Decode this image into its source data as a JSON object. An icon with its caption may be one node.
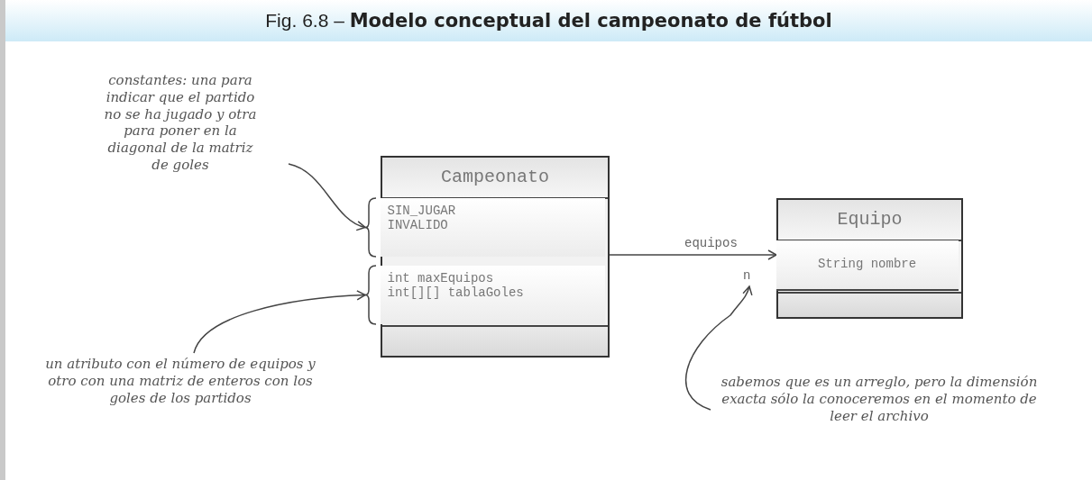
{
  "diagram": {
    "title": "Fig. 6.8 – **Modelo conceptual del campeonato de fútbol**",
    "nodes": [
      {
        "text": [
          "Campeonato"
        ]
      },
      {
        "text": [
          "SIN_JUGAR INVALIDO"
        ],
        "in": 0
      },
      {
        "text": [
          "int maxEquipos int[][] tablaGoles"
        ],
        "in": 0
      },
      {
        "text": [
          "Equipo"
        ]
      },
      {
        "text": [
          "String nombre"
        ],
        "in": 3
      },
      {
        "text": [
          "constantes: una para indicar que el partido no se ha jugado y otra para poner en la diagonal de la matriz de goles"
        ]
      },
      {
        "text": [
          "un atributo con el número de equipos y otro con una matriz de enteros con los goles de los partidos"
        ]
      },
      {
        "text": [
          "sabemos que es un arreglo, pero la dimensión exacta sólo la conoceremos en el momento de leer el archivo"
        ]
      },
      {
        "text": [
          "n"
        ]
      }
    ],
    "edges": [
      {
        "from": 0,
        "to": 3,
        "arrow": "to",
        "label": "equipos"
      },
      {
        "from": 5,
        "to": 1,
        "arrow": "to"
      },
      {
        "from": 6,
        "to": 2,
        "arrow": "to"
      },
      {
        "from": 7,
        "to": 8,
        "arrow": "to"
      }
    ]
  }
}
